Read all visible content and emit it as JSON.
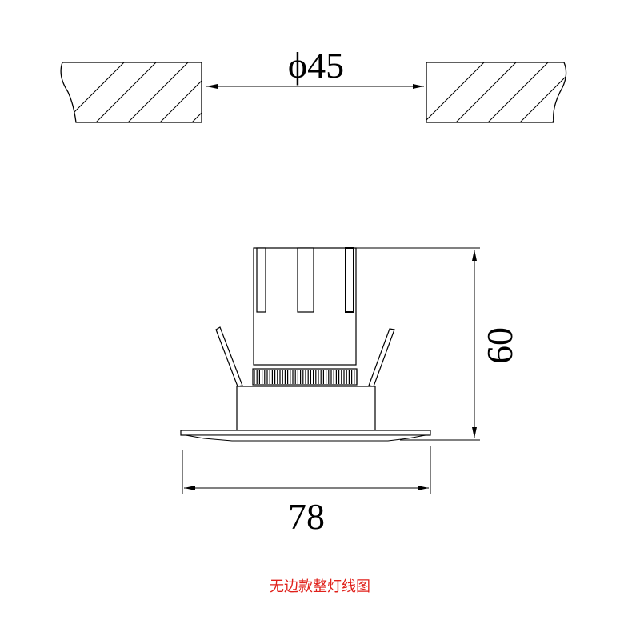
{
  "dimensions": {
    "cutout_diameter": "ϕ45",
    "height": "60",
    "flange_width": "78"
  },
  "caption": "无边款整灯线图",
  "colors": {
    "line": "#000000",
    "caption": "#e0201a"
  }
}
